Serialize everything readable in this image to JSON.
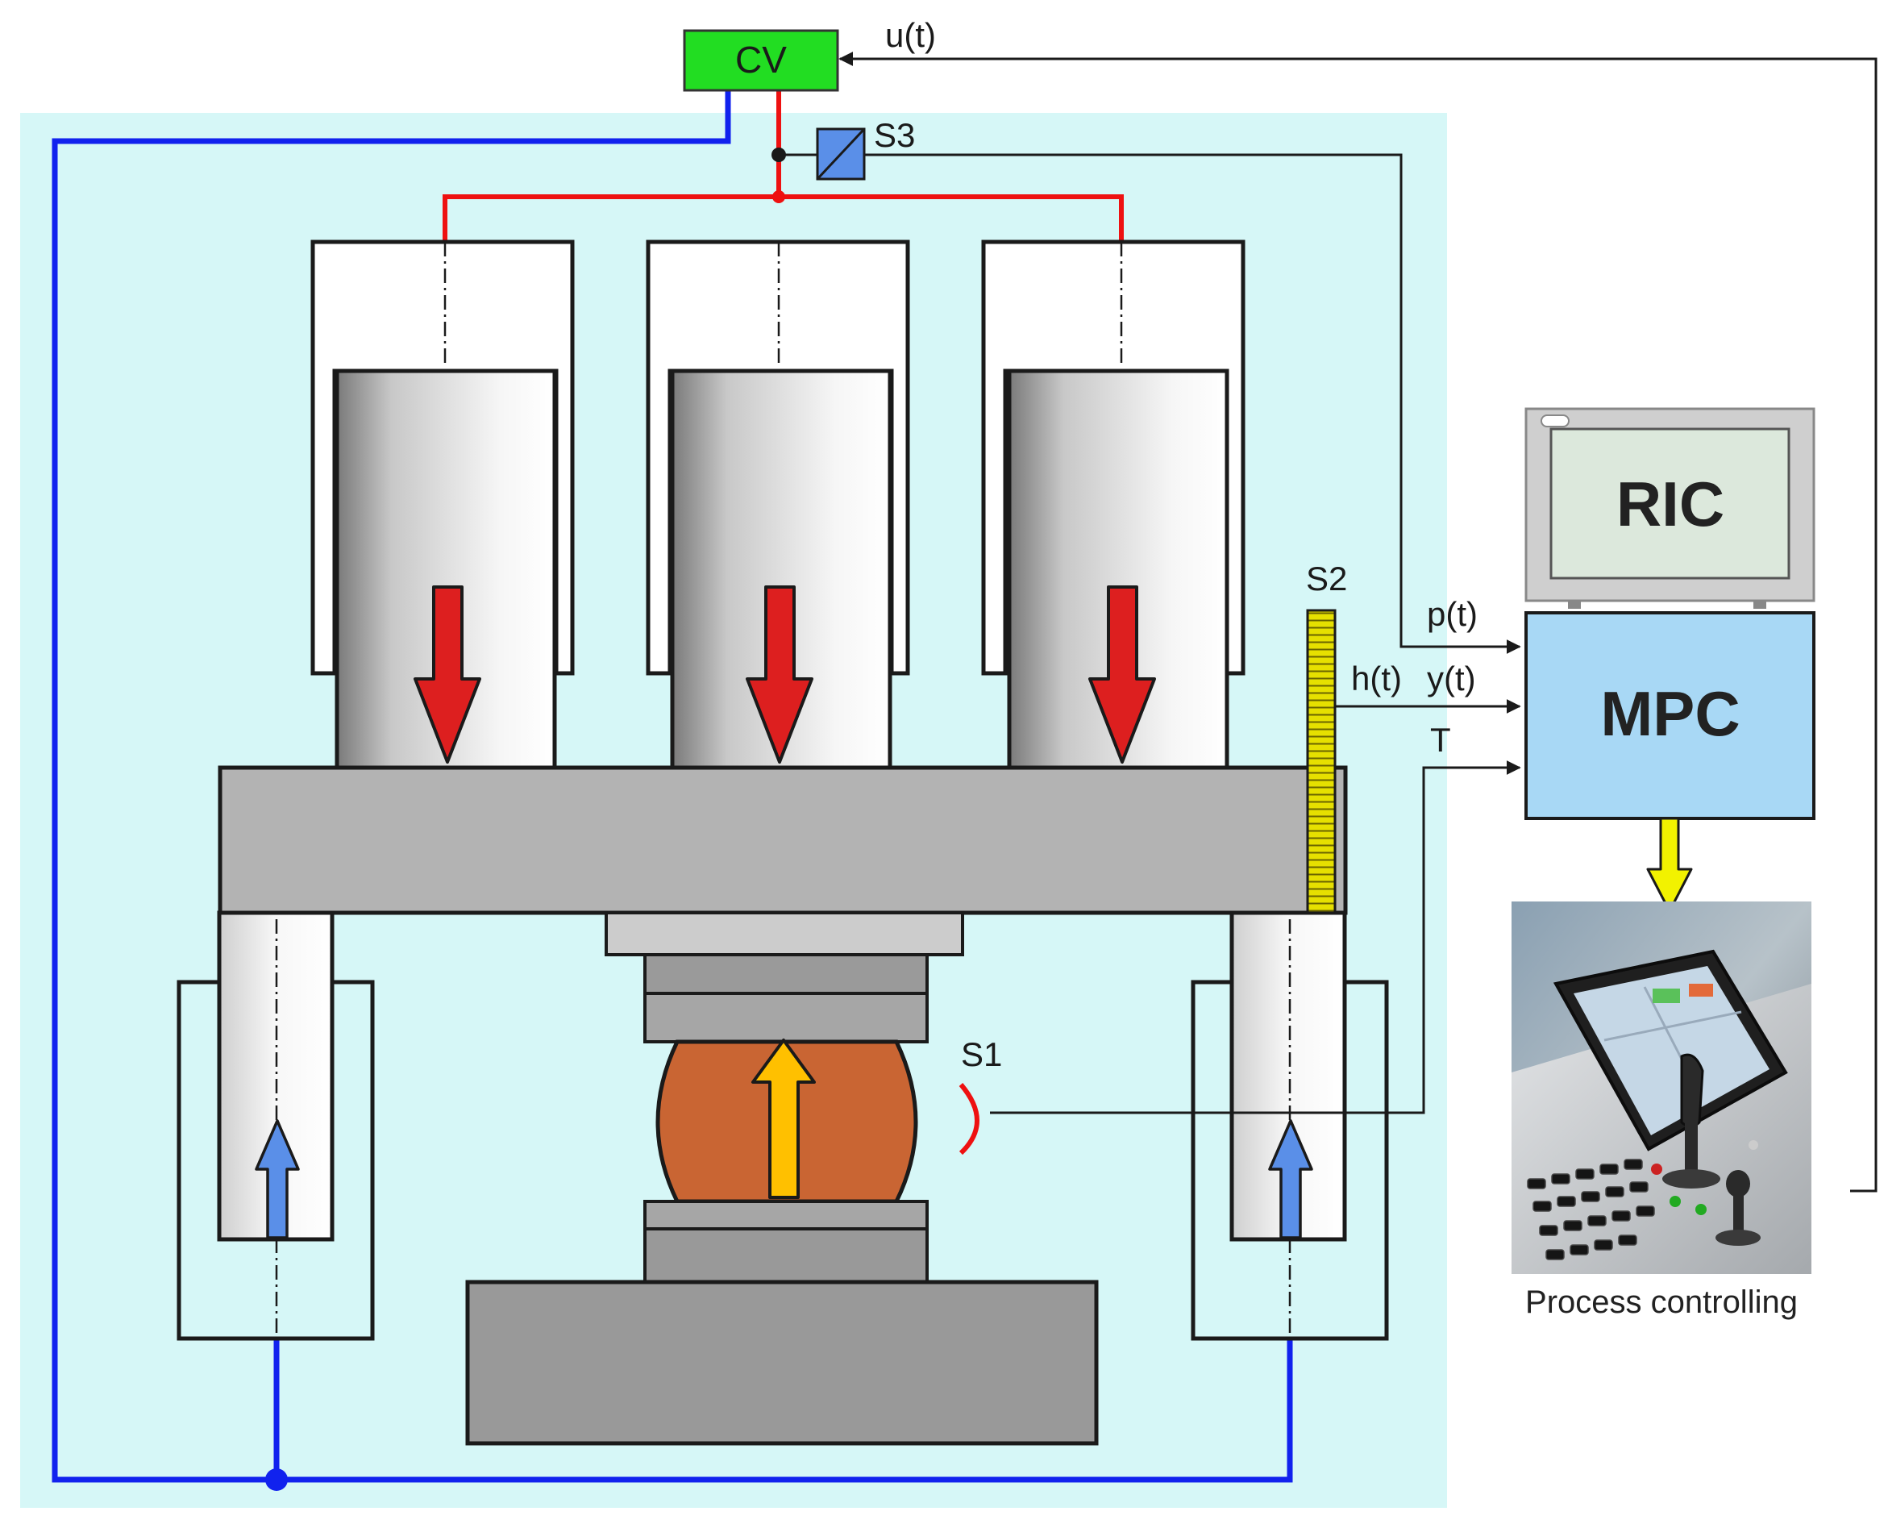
{
  "labels": {
    "cv": "CV",
    "ut": "u(t)",
    "s1": "S1",
    "s2": "S2",
    "s3": "S3",
    "pt": "p(t)",
    "ht": "h(t)",
    "yt": "y(t)",
    "t": "T",
    "ric": "RIC",
    "mpc": "MPC",
    "process": "Process controlling"
  },
  "colors": {
    "background_fluid": "#d6f7f7",
    "control_valve": "#22dd22",
    "supply_line": "#ee1111",
    "return_line": "#1122ee",
    "mpc_box": "#a8d8f5",
    "ric_screen": "#dce8dc",
    "workpiece": "#c96533",
    "down_arrow": "#dd1f1f",
    "up_arrow_workpiece": "#ffc000",
    "up_arrow_cylinder": "#5a8fe8",
    "sensor_s2": "#e6e000",
    "output_arrow": "#f2f200"
  },
  "icons": {
    "sensor_s3": "pressure-sensor-icon",
    "sensor_s1": "temperature-sensor-icon",
    "sensor_s2": "position-scale-icon",
    "photo": "control-panel-joystick-icon"
  }
}
